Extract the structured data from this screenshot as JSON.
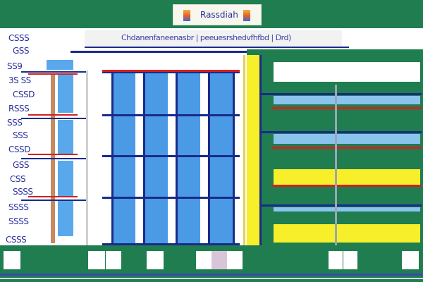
{
  "header": {
    "badge_text": "Rassdiah"
  },
  "subtitle_bar": {
    "text": "Chdanenfaneenasbr | peeuesrshedvfhfbd | Drd)"
  },
  "left_labels": [
    "CSSS",
    "GSS",
    "SS9",
    "3S SS",
    "CSSD",
    "RSSS",
    "SSS",
    "SSS",
    "CSSD",
    "GSS",
    "CSS",
    "SSSS",
    "SSSS",
    "SSSS",
    "CSSS"
  ],
  "colors": {
    "background": "#1f7d4f",
    "panel_blue": "#4a9ae6",
    "panel_yellow": "#f7ef2a",
    "accent_red": "#d42020",
    "line_navy": "#1a2a8a",
    "text_navy": "#2a2f9e"
  }
}
